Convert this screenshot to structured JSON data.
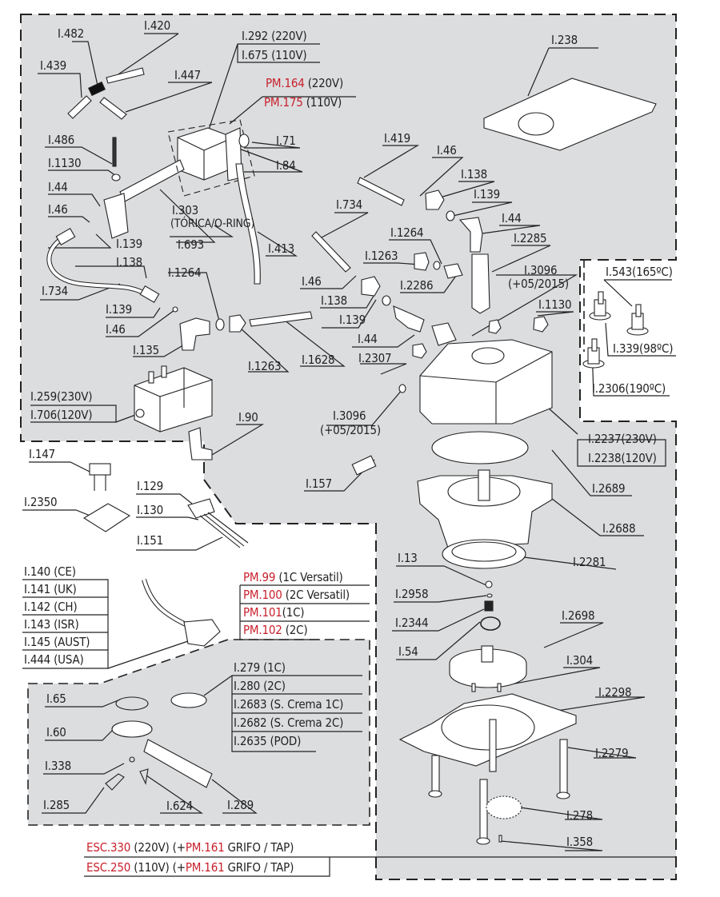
{
  "diagram": {
    "title": "Exploded parts diagram – espresso machine group",
    "colors": {
      "part_code_red": "#c8202c",
      "panel_gray": "#dcdddf",
      "line": "#222222"
    },
    "labels": {
      "l420": "I.420",
      "l482": "I.482",
      "l439": "I.439",
      "l447": "I.447",
      "l292": "I.292 (220V)",
      "l675": "I.675 (110V)",
      "pm164_code": "PM.164",
      "pm164_note": " (220V)",
      "pm175_code": "PM.175",
      "pm175_note": " (110V)",
      "l486": "I.486",
      "l1130a": "I.1130",
      "l44a": "I.44",
      "l46a": "I.46",
      "l139a": "I.139",
      "l138a": "I.138",
      "l303": "I.303",
      "l303note": "(TÓRICA/O-RING)",
      "l693": "I.693",
      "l71": "I.71",
      "l84": "I.84",
      "l413": "I.413",
      "l734a": "I.734",
      "l139b": "I.139",
      "l46b": "I.46",
      "l135": "I.135",
      "l1264a": "I.1264",
      "l1263a": "I.1263",
      "l1628": "I.1628",
      "l259": "I.259(230V)",
      "l706": "I.706(120V)",
      "l90": "I.90",
      "l238": "I.238",
      "l419": "I.419",
      "l46c": "I.46",
      "l138c": "I.138",
      "l139c": "I.139",
      "l44c": "I.44",
      "l734b": "I.734",
      "l1264b": "I.1264",
      "l1263b": "I.1263",
      "l2285": "I.2285",
      "l2286": "I.2286",
      "l46d": "I.46",
      "l138d": "I.138",
      "l139d": "I.139",
      "l44d": "I.44",
      "l2307": "I.2307",
      "l3096a": "I.3096",
      "l3096a_note": "(+05/2015)",
      "l1130b": "I.1130",
      "l3096b": "I.3096",
      "l3096b_note": "(+05/2015)",
      "l543": "I.543(165ºC)",
      "l339": "I.339(98ºC)",
      "l2306": "I.2306(190ºC)",
      "l2237": "I.2237(230V)",
      "l2238": "I.2238(120V)",
      "l2689": "I.2689",
      "l2688": "I.2688",
      "l2281": "I.2281",
      "l157": "I.157",
      "l147": "I.147",
      "l2350": "I.2350",
      "l129": "I.129",
      "l130": "I.130",
      "l151": "I.151",
      "l13": "I.13",
      "l2958": "I.2958",
      "l2344": "I.2344",
      "l54": "I.54",
      "l2698": "I.2698",
      "l304": "I.304",
      "l2298": "I.2298",
      "l2279": "I.2279",
      "l278": "I.278",
      "l358": "I.358"
    },
    "power_cords": [
      "I.140 (CE)",
      "I.141 (UK)",
      "I.142 (CH)",
      "I.143 (ISR)",
      "I.145 (AUST)",
      "I.444 (USA)"
    ],
    "portafilters": [
      {
        "code": "PM.99",
        "note": " (1C Versatil)"
      },
      {
        "code": "PM.100",
        "note": " (2C Versatil)"
      },
      {
        "code": "PM.101",
        "note": "(1C)"
      },
      {
        "code": "PM.102",
        "note": " (2C)"
      }
    ],
    "filters": [
      "I.279 (1C)",
      "I.280 (2C)",
      "I.2683 (S. Crema 1C)",
      "I.2682 (S. Crema 2C)",
      "I.2635 (POD)"
    ],
    "portafilter_parts": {
      "l65": "I.65",
      "l60": "I.60",
      "l338": "I.338",
      "l285": "I.285",
      "l624": "I.624",
      "l289": "I.289"
    },
    "assemblies": [
      {
        "code": "ESC.330",
        "voltage": " (220V) (+",
        "tap_code": "PM.161",
        "tap_note": " GRIFO / TAP)"
      },
      {
        "code": "ESC.250",
        "voltage": " (110V) (+",
        "tap_code": "PM.161",
        "tap_note": " GRIFO / TAP)"
      }
    ]
  }
}
